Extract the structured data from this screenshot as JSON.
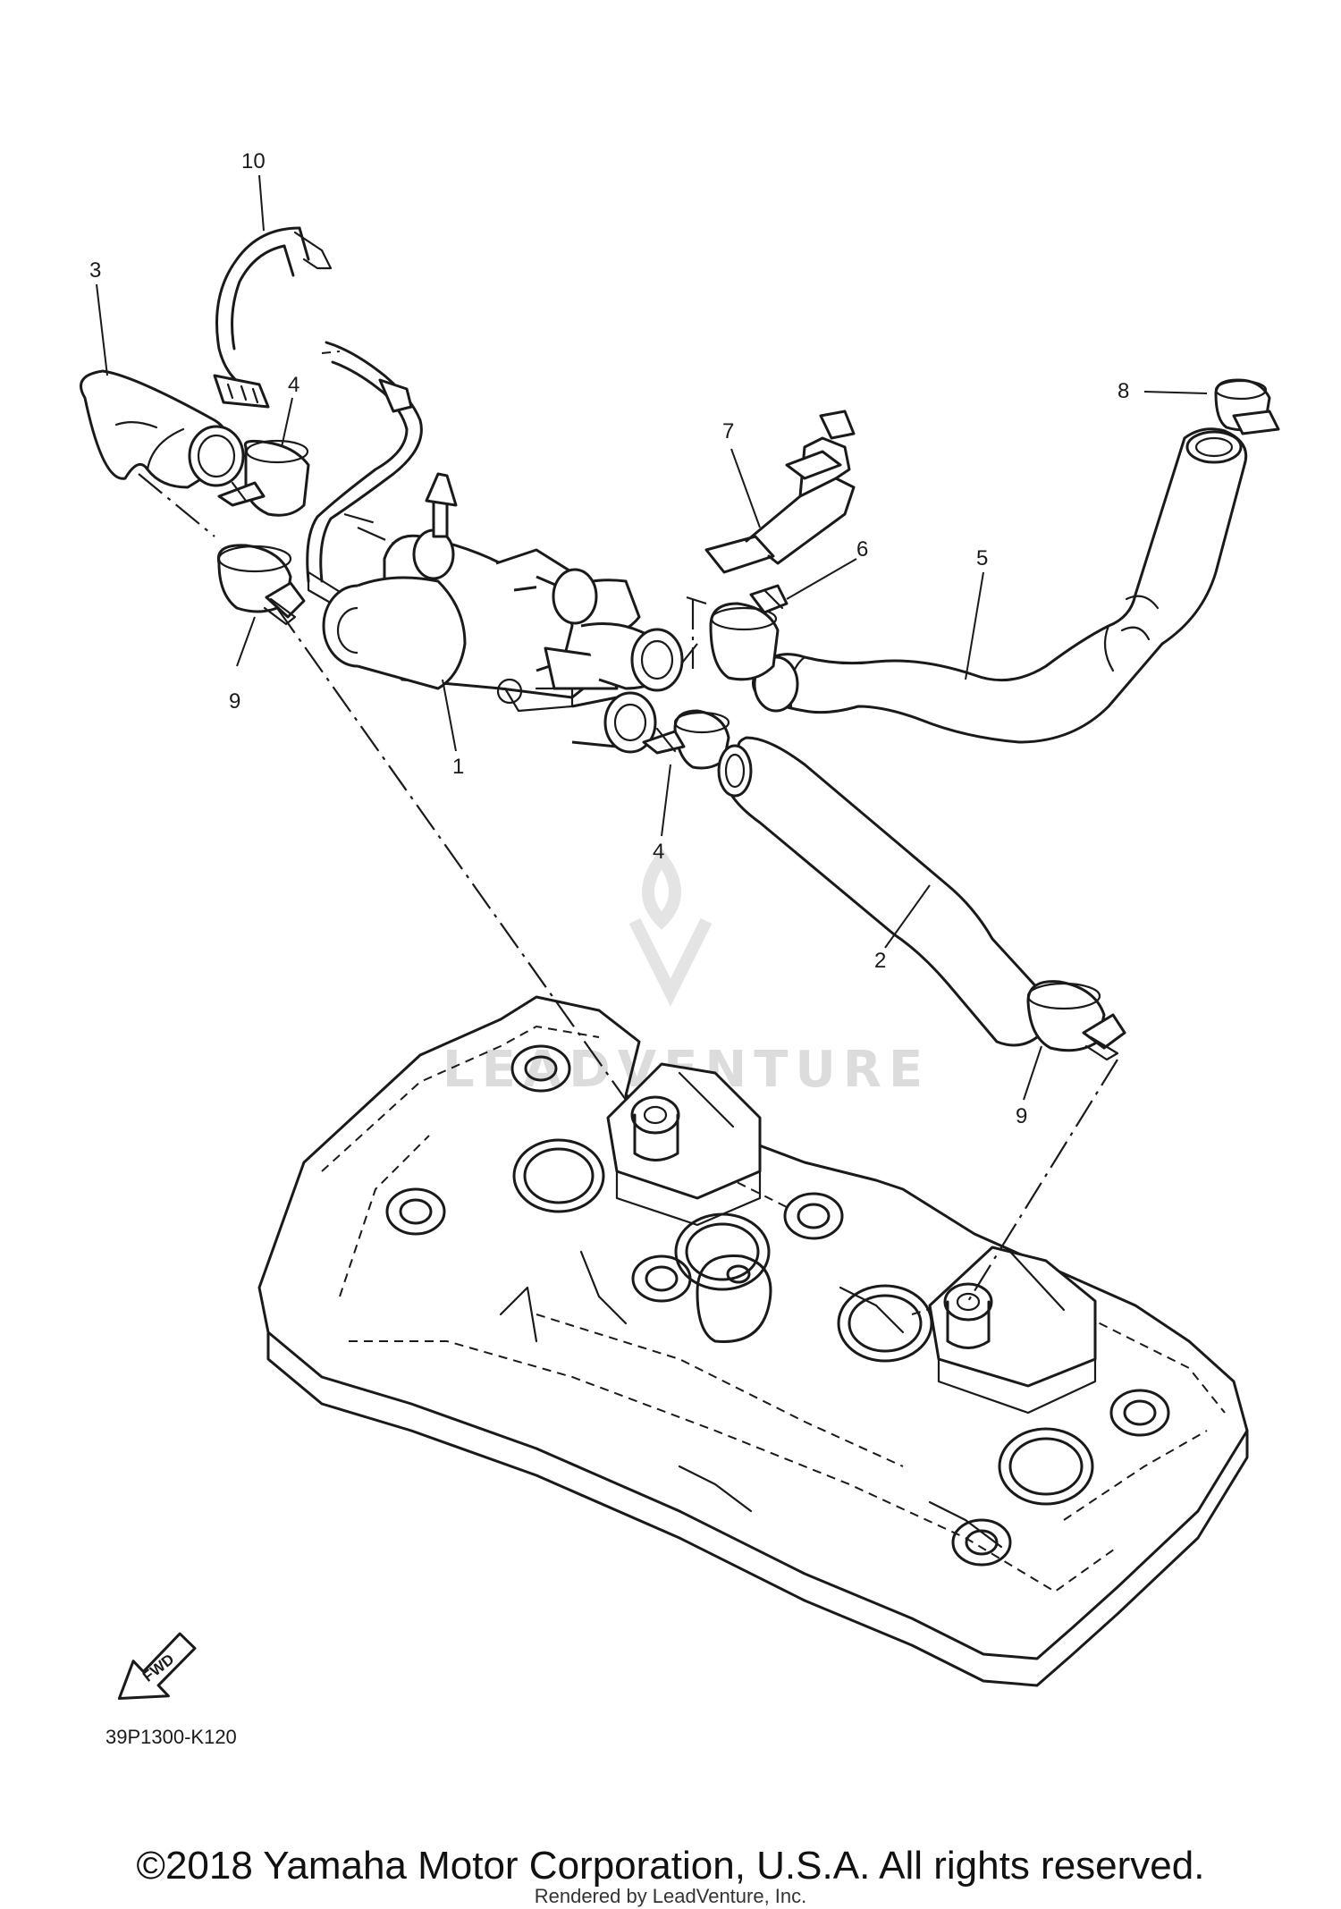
{
  "diagram": {
    "callouts": [
      {
        "id": "c10",
        "text": "10"
      },
      {
        "id": "c3",
        "text": "3"
      },
      {
        "id": "c4a",
        "text": "4"
      },
      {
        "id": "c8",
        "text": "8"
      },
      {
        "id": "c7",
        "text": "7"
      },
      {
        "id": "c6",
        "text": "6"
      },
      {
        "id": "c5",
        "text": "5"
      },
      {
        "id": "c9a",
        "text": "9"
      },
      {
        "id": "c1",
        "text": "1"
      },
      {
        "id": "c4b",
        "text": "4"
      },
      {
        "id": "c2",
        "text": "2"
      },
      {
        "id": "c9b",
        "text": "9"
      }
    ],
    "fwd_label": "FWD",
    "part_code": "39P1300-K120",
    "watermark": "LEADVENTURE"
  },
  "footer": {
    "copyright": "©2018 Yamaha Motor Corporation, U.S.A. All rights reserved.",
    "rendered_by": "Rendered by LeadVenture, Inc."
  }
}
